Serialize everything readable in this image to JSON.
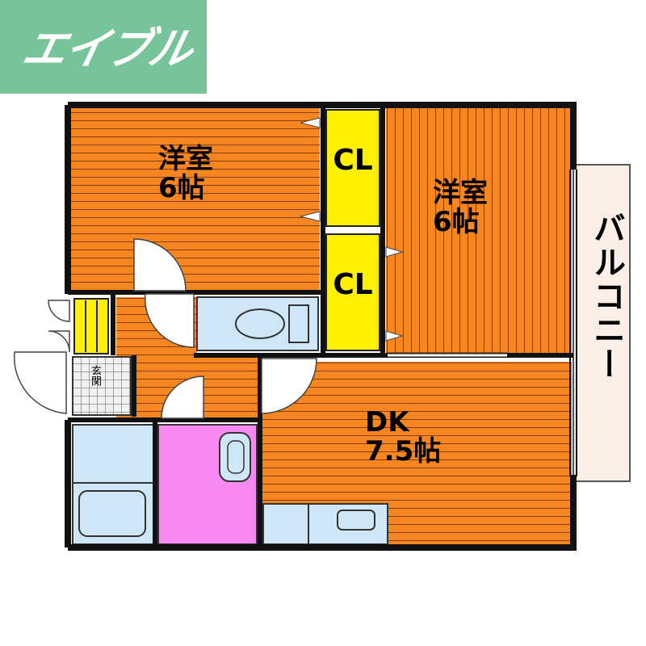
{
  "logo": {
    "text": "エイブル"
  },
  "rooms": {
    "western_room_1": "洋室\n6帖",
    "western_room_2": "洋室\n6帖",
    "dining_kitchen": "DK\n7.5帖"
  },
  "closets": [
    "CL",
    "CL"
  ],
  "balcony": {
    "label": "バルコニー"
  },
  "entrance": {
    "label": "玄関"
  },
  "colors": {
    "logo_bg": "#78c49a",
    "room_floor": "#f6861f",
    "closet": "#ffef00",
    "wet_area": "#cfe6f6",
    "washroom": "#f78af0",
    "balcony": "#fbeee7"
  }
}
